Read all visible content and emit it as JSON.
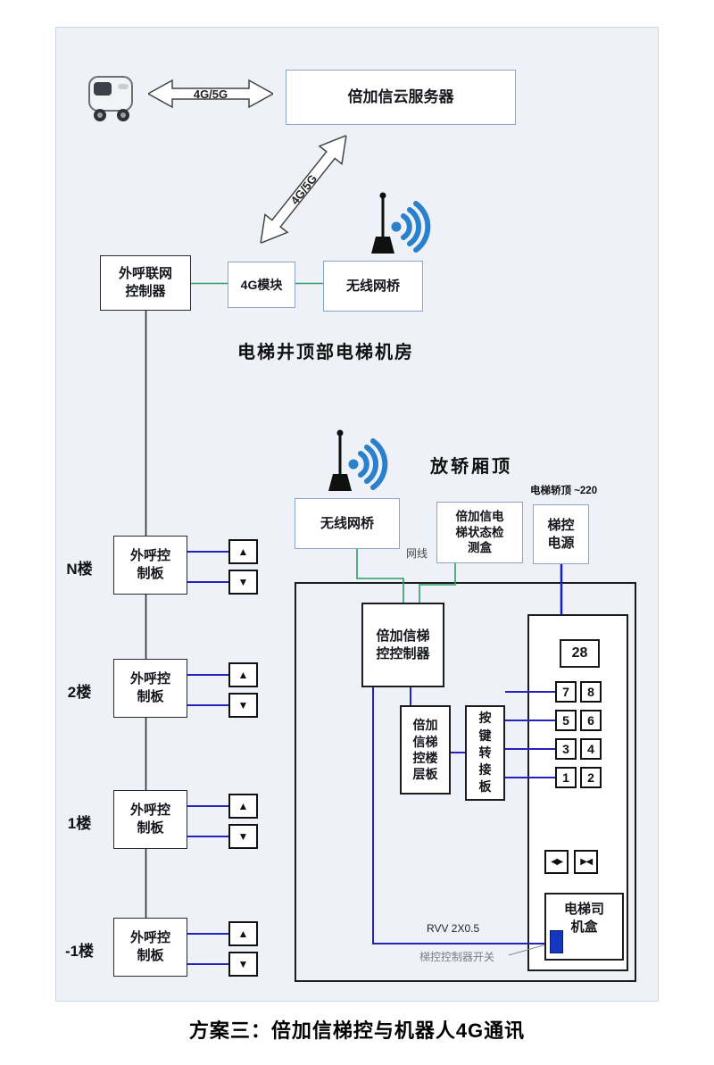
{
  "page": {
    "title": "方案三：倍加信梯控与机器人4G通讯"
  },
  "top": {
    "link_4g5g": "4G/5G",
    "cloud_server": "倍加信云服务器",
    "diagonal_link": "4G/5G"
  },
  "machine_room": {
    "caption": "电梯井顶部电梯机房",
    "outcall_net_controller": "外呼联网\n控制器",
    "module_4g": "4G模块",
    "wireless_bridge": "无线网桥"
  },
  "car_top": {
    "caption": "放轿厢顶",
    "wireless_bridge": "无线网桥",
    "status_detect_box": "倍加信电\n梯状态检\n测盒",
    "power_supply": "梯控\n电源",
    "power_note": "电梯轿顶 ~220",
    "net_cable_label": "网线",
    "elevator_controller": "倍加信梯\n控控制器",
    "floor_board": "倍加\n信梯\n控楼\n层板",
    "key_adapter_board": "按\n键\n转\n接\n板",
    "display_value": "28",
    "keypad": [
      "7",
      "8",
      "5",
      "6",
      "3",
      "4",
      "1",
      "2"
    ],
    "door_open": "◀▶",
    "door_close": "▶◀",
    "driver_box": "电梯司\n机盒",
    "cable_label": "RVV 2X0.5",
    "switch_label": "梯控控制器开关"
  },
  "floors": {
    "up_symbol": "▲",
    "down_symbol": "▼",
    "items": [
      {
        "label": "N楼",
        "board": "外呼控\n制板"
      },
      {
        "label": "2楼",
        "board": "外呼控\n制板"
      },
      {
        "label": "1楼",
        "board": "外呼控\n制板"
      },
      {
        "label": "-1楼",
        "board": "外呼控\n制板"
      }
    ]
  },
  "colors": {
    "panel_bg": "#eef1f8",
    "green_line": "#2f9e63",
    "blue_line": "#2323bb",
    "wifi_blue": "#2b80cc",
    "switch_blue": "#1536c0"
  }
}
